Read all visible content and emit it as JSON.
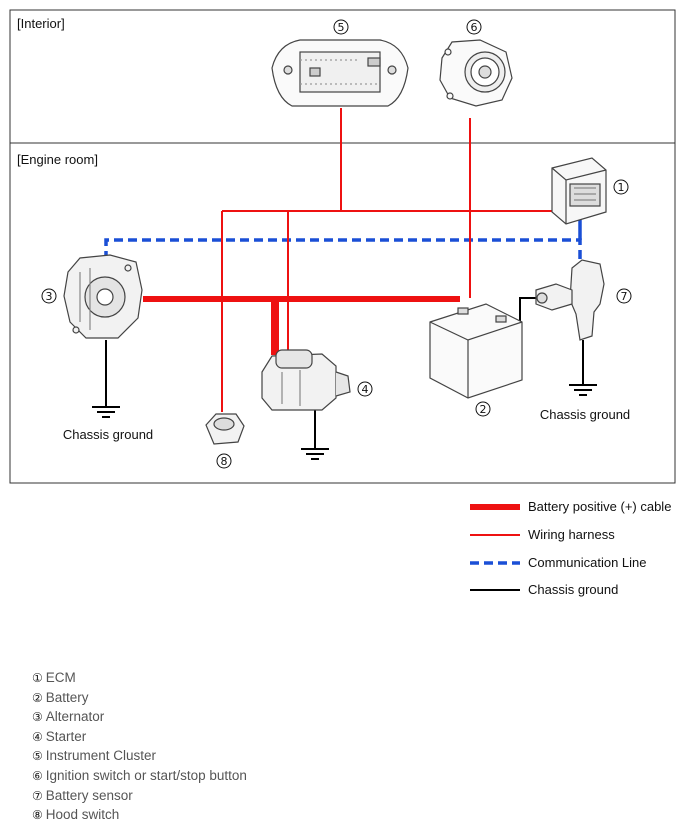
{
  "sections": {
    "interior": "[Interior]",
    "engine_room": "[Engine room]"
  },
  "callouts": [
    "①",
    "②",
    "③",
    "④",
    "⑤",
    "⑥",
    "⑦",
    "⑧"
  ],
  "ground_labels": {
    "alternator": "Chassis ground",
    "battery_sensor": "Chassis ground"
  },
  "legend": [
    {
      "label": "Battery positive (+) cable",
      "color": "#ee1111",
      "style": "thick"
    },
    {
      "label": "Wiring harness",
      "color": "#ee1111",
      "style": "thin"
    },
    {
      "label": "Communication Line",
      "color": "#1a4fd6",
      "style": "dashed"
    },
    {
      "label": "Chassis ground",
      "color": "#000000",
      "style": "solid"
    }
  ],
  "components": [
    {
      "num": "①",
      "name": "ECM"
    },
    {
      "num": "②",
      "name": "Battery"
    },
    {
      "num": "③",
      "name": "Alternator"
    },
    {
      "num": "④",
      "name": "Starter"
    },
    {
      "num": "⑤",
      "name": "Instrument Cluster"
    },
    {
      "num": "⑥",
      "name": "Ignition switch or start/stop button"
    },
    {
      "num": "⑦",
      "name": "Battery sensor"
    },
    {
      "num": "⑧",
      "name": "Hood switch"
    }
  ]
}
